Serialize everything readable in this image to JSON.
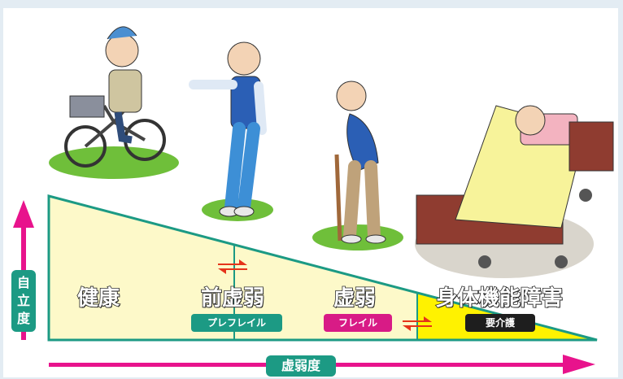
{
  "stages": [
    {
      "id": "healthy",
      "label": "健康"
    },
    {
      "id": "pre-frail",
      "label": "前虚弱",
      "badge": "プレフレイル",
      "badge_color": "#1c9a84"
    },
    {
      "id": "frail",
      "label": "虚弱",
      "badge": "フレイル",
      "badge_color": "#d81b86"
    },
    {
      "id": "disability",
      "label": "身体機能障害",
      "badge": "要介護",
      "badge_color": "#1e1e1e"
    }
  ],
  "axes": {
    "vertical": {
      "label": "自立度",
      "color": "#e8138c"
    },
    "horizontal": {
      "label": "虚弱度",
      "color": "#e8138c"
    }
  },
  "colors": {
    "triangle_fill": "#fdf9c9",
    "triangle_border": "#1c9a84",
    "disability_fill": "#fff200",
    "reversal_arrow": "#e5331a",
    "grass": "#6fbf3a"
  },
  "icons": [
    "person-on-bicycle-icon",
    "person-standing-icon",
    "person-with-cane-icon",
    "person-in-bed-icon",
    "reversible-arrow-icon"
  ]
}
